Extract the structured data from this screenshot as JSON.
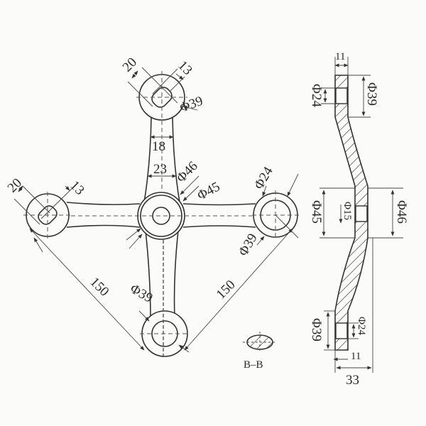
{
  "figure": {
    "type": "engineering-drawing",
    "subject": "four-arm spider fitting (glass curtain wall claw)",
    "colors": {
      "line": "#333333",
      "background": "#fbfbf9"
    }
  },
  "plan_view": {
    "top_arm": {
      "slot_width": "20",
      "slot_offset": "13",
      "end_diameter": "Φ39",
      "arm_width": "18"
    },
    "center_hub": {
      "arm_root_width": "23",
      "outer_diameter": "Φ46",
      "inner_diameter": "Φ45"
    },
    "left_arm": {
      "slot_width": "20",
      "slot_offset": "13"
    },
    "right_arm": {
      "hole_diameter": "Φ24",
      "end_diameter": "Φ39"
    },
    "bottom_arm": {
      "end_diameter": "Φ39"
    },
    "span_left": "150",
    "span_right": "150"
  },
  "section_bb": {
    "label": "B–B"
  },
  "side_view": {
    "top_thickness": "11",
    "top_hole": "Φ24",
    "top_boss": "Φ39",
    "hub_left": "Φ45",
    "hub_hole": "Φ15",
    "hub_right": "Φ46",
    "bottom_boss": "Φ39",
    "bottom_hole": "Φ24",
    "bottom_thickness": "11",
    "overall_depth": "33"
  }
}
